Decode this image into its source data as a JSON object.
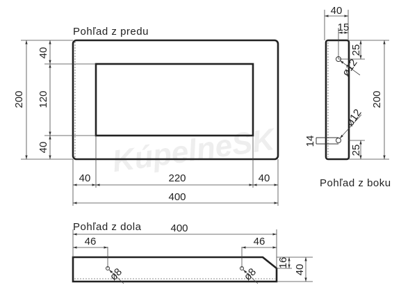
{
  "watermark": "KúpelneSK",
  "front_view": {
    "title": "Pohľad z predu",
    "dims": {
      "height_total": "200",
      "top": "40",
      "middle": "120",
      "bottom": "40",
      "left": "40",
      "center": "220",
      "right": "40",
      "width_total": "400"
    }
  },
  "side_view": {
    "title": "Pohľad z boku",
    "dims": {
      "width": "40",
      "hole_offset": "15",
      "top_hole": "25",
      "bottom_hole": "25",
      "height": "200",
      "hole_top_dia": "ø12",
      "hole_bottom_dia": "ø12",
      "pipe": "14"
    }
  },
  "bottom_view": {
    "title": "Pohľad z dola",
    "dims": {
      "width": "400",
      "left_hole": "46",
      "right_hole": "46",
      "chamfer": "16",
      "depth": "40",
      "hole_left_dia": "ø8",
      "hole_right_dia": "ø8"
    }
  }
}
